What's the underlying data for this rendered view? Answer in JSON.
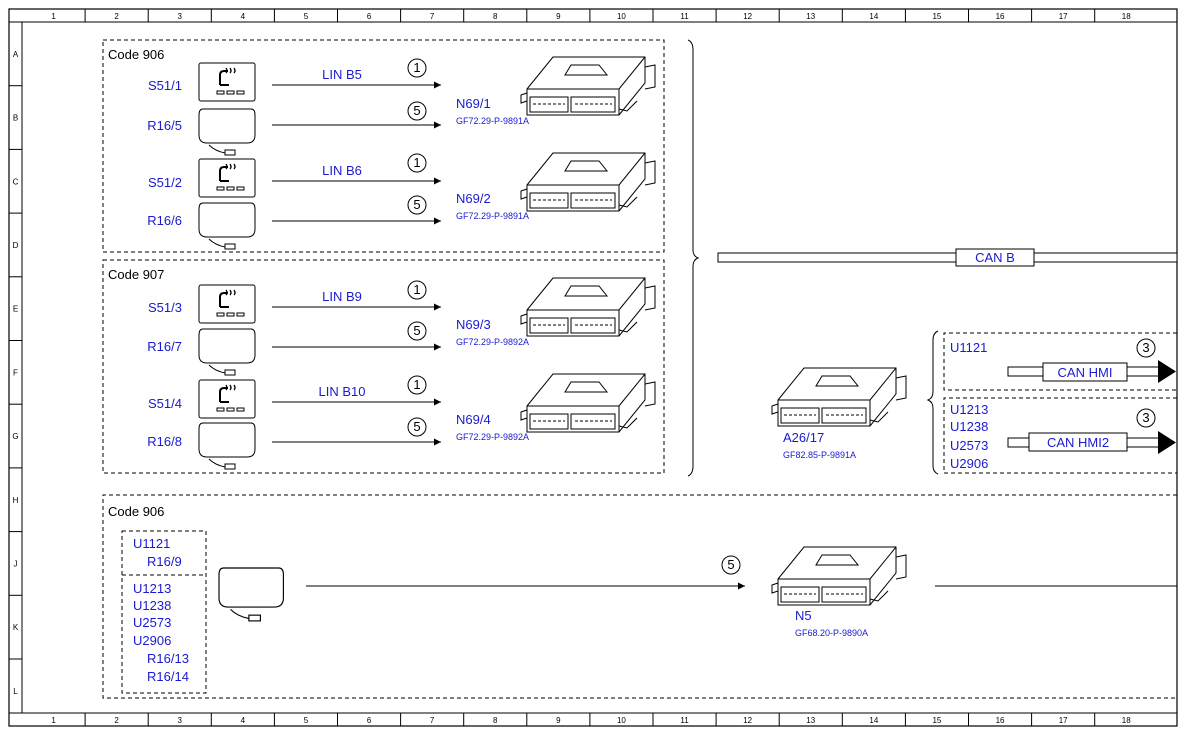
{
  "border": {
    "columns": [
      "1",
      "2",
      "3",
      "4",
      "5",
      "6",
      "7",
      "8",
      "9",
      "10",
      "11",
      "12",
      "13",
      "14",
      "15",
      "16",
      "17",
      "18"
    ],
    "rows": [
      "A",
      "B",
      "C",
      "D",
      "E",
      "F",
      "G",
      "H",
      "J",
      "K",
      "L"
    ]
  },
  "groups": [
    {
      "title": "Code 906"
    },
    {
      "title": "Code 907"
    },
    {
      "title": "Code 906"
    }
  ],
  "switches": [
    {
      "label": "S51/1"
    },
    {
      "label": "S51/2"
    },
    {
      "label": "S51/3"
    },
    {
      "label": "S51/4"
    }
  ],
  "heaters": [
    {
      "label": "R16/5"
    },
    {
      "label": "R16/6"
    },
    {
      "label": "R16/7"
    },
    {
      "label": "R16/8"
    }
  ],
  "lin_buses": [
    {
      "label": "LIN B5"
    },
    {
      "label": "LIN B6"
    },
    {
      "label": "LIN B9"
    },
    {
      "label": "LIN B10"
    }
  ],
  "circle_markers": [
    "1",
    "5",
    "1",
    "5",
    "1",
    "5",
    "1",
    "5",
    "3",
    "3",
    "5"
  ],
  "control_units": [
    {
      "label": "N69/1",
      "ref": "GF72.29-P-9891A"
    },
    {
      "label": "N69/2",
      "ref": "GF72.29-P-9891A"
    },
    {
      "label": "N69/3",
      "ref": "GF72.29-P-9892A"
    },
    {
      "label": "N69/4",
      "ref": "GF72.29-P-9892A"
    },
    {
      "label": "A26/17",
      "ref": "GF82.85-P-9891A"
    },
    {
      "label": "N5",
      "ref": "GF68.20-P-9890A"
    }
  ],
  "buses": {
    "can_b": "CAN B",
    "can_hmi": "CAN HMI",
    "can_hmi2": "CAN HMI2"
  },
  "hmi_upper": {
    "codes": [
      "U1121"
    ]
  },
  "hmi_lower": {
    "codes": [
      "U1213",
      "U1238",
      "U2573",
      "U2906"
    ]
  },
  "lower_box": {
    "top_codes": [
      "U1121"
    ],
    "top_component": "R16/9",
    "bottom_codes": [
      "U1213",
      "U1238",
      "U2573",
      "U2906"
    ],
    "bottom_components": [
      "R16/13",
      "R16/14"
    ]
  }
}
